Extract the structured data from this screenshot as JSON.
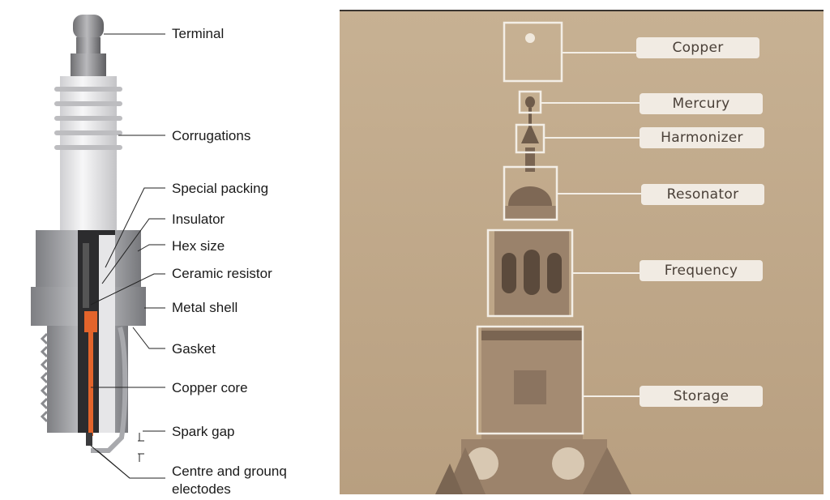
{
  "spark_plug": {
    "labels": [
      "Terminal",
      "Corrugations",
      "Special packing",
      "Insulator",
      "Hex size",
      "Ceramic resistor",
      "Metal shell",
      "Gasket",
      "Copper core",
      "Spark gap",
      "Centre and grounq",
      "electodes"
    ]
  },
  "tower": {
    "labels": [
      "Copper",
      "Mercury",
      "Harmonizer",
      "Resonator",
      "Frequency",
      "Storage"
    ]
  },
  "colors": {
    "ceramic": "#e9e9ea",
    "metal": "#a8a9ad",
    "core": "#e3642b",
    "sepia_bg": "#c3ab8c",
    "label_bg": "#f1ebe3"
  }
}
